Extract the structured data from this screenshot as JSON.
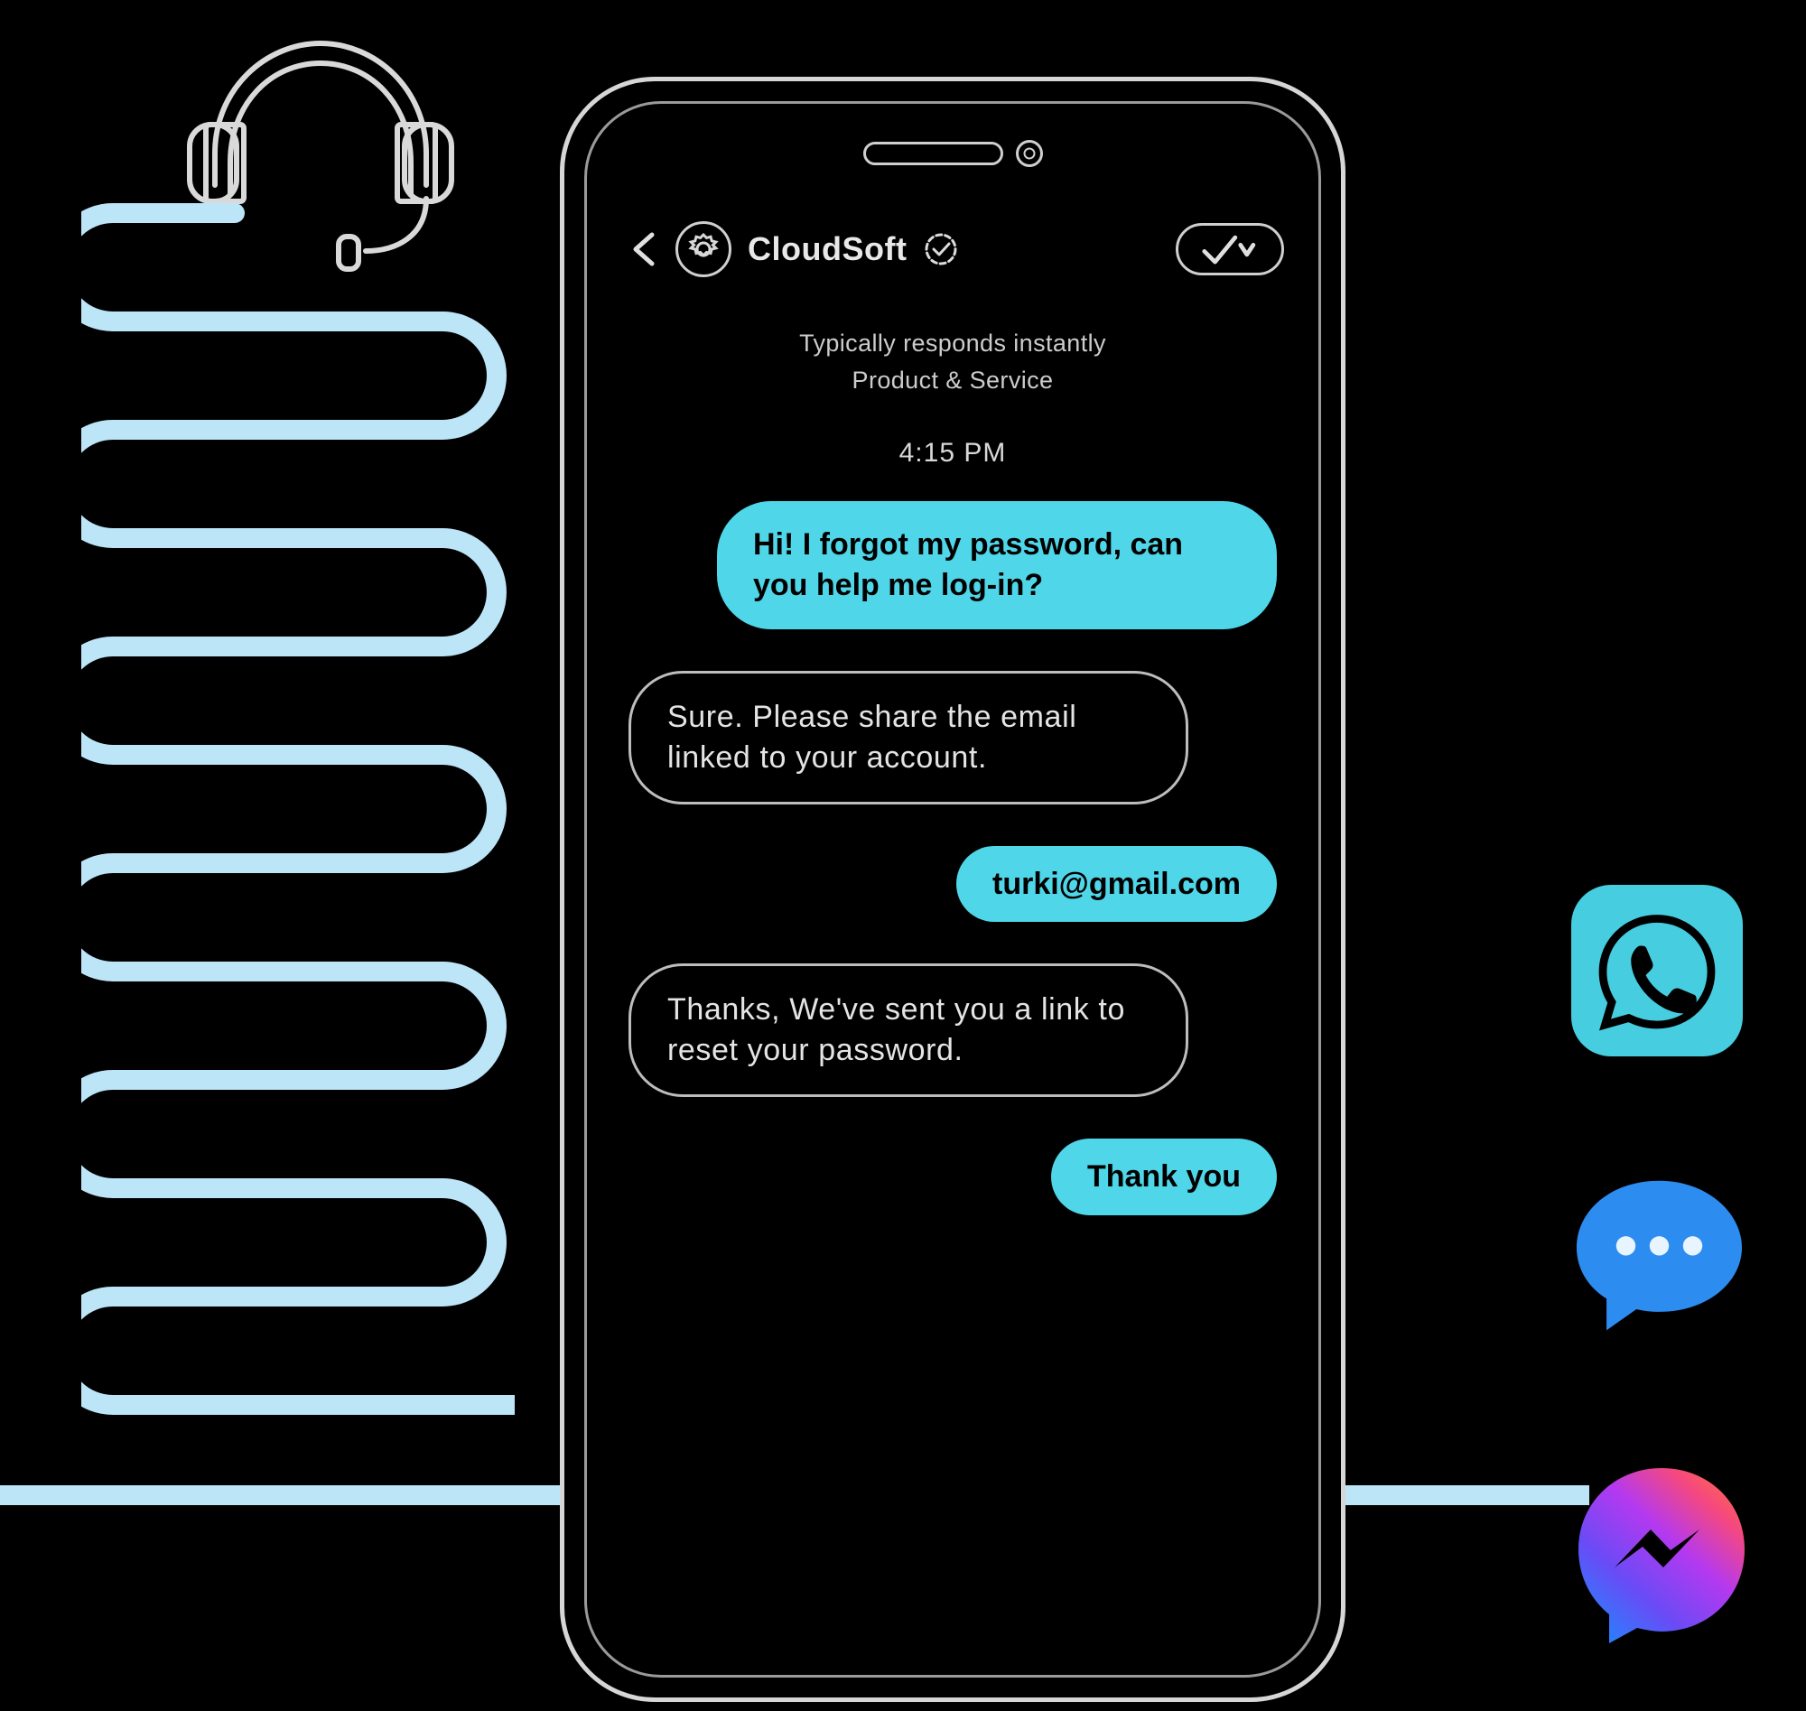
{
  "scene": {
    "background_color": "#000000",
    "accent_cyan": "#4fd6e8",
    "cable_color": "#bde5f8",
    "outline_color": "#d6d6d6"
  },
  "decor": {
    "headset_icon": "headset-icon",
    "cable_icon": "serpentine-cable",
    "baseline_icon": "horizontal-cable-line"
  },
  "phone": {
    "speaker_icon": "speaker-slot",
    "camera_icon": "front-camera-icon"
  },
  "chat": {
    "header": {
      "back_icon": "back-chevron-icon",
      "avatar_icon": "gear-avatar-icon",
      "brand_name": "CloudSoft",
      "verified_icon": "verified-check-icon",
      "read_receipt_icon": "double-check-icon",
      "dropdown_icon": "chevron-down-icon"
    },
    "status": {
      "line1": "Typically responds instantly",
      "line2": "Product & Service"
    },
    "timestamp": "4:15 PM",
    "messages": [
      {
        "id": "msg-1",
        "sender": "user",
        "align": "right",
        "style": "filled",
        "text": "Hi! I forgot my password, can you help me log-in?"
      },
      {
        "id": "msg-2",
        "sender": "agent",
        "align": "left",
        "style": "outline",
        "text": "Sure. Please share the email linked to your account."
      },
      {
        "id": "msg-3",
        "sender": "user",
        "align": "right",
        "style": "filled",
        "text": "turki@gmail.com"
      },
      {
        "id": "msg-4",
        "sender": "agent",
        "align": "left",
        "style": "outline",
        "text": "Thanks, We've sent you a link to reset your password."
      },
      {
        "id": "msg-5",
        "sender": "user",
        "align": "right",
        "style": "filled",
        "text": "Thank you"
      }
    ]
  },
  "app_icons": [
    {
      "id": "whatsapp",
      "name": "whatsapp-icon",
      "label": "WhatsApp",
      "color": "#46cde0"
    },
    {
      "id": "messages",
      "name": "messages-bubble-icon",
      "label": "Messages",
      "color": "#2d8cf0"
    },
    {
      "id": "messenger",
      "name": "facebook-messenger-icon",
      "label": "Messenger",
      "color": "#a334f0"
    }
  ]
}
